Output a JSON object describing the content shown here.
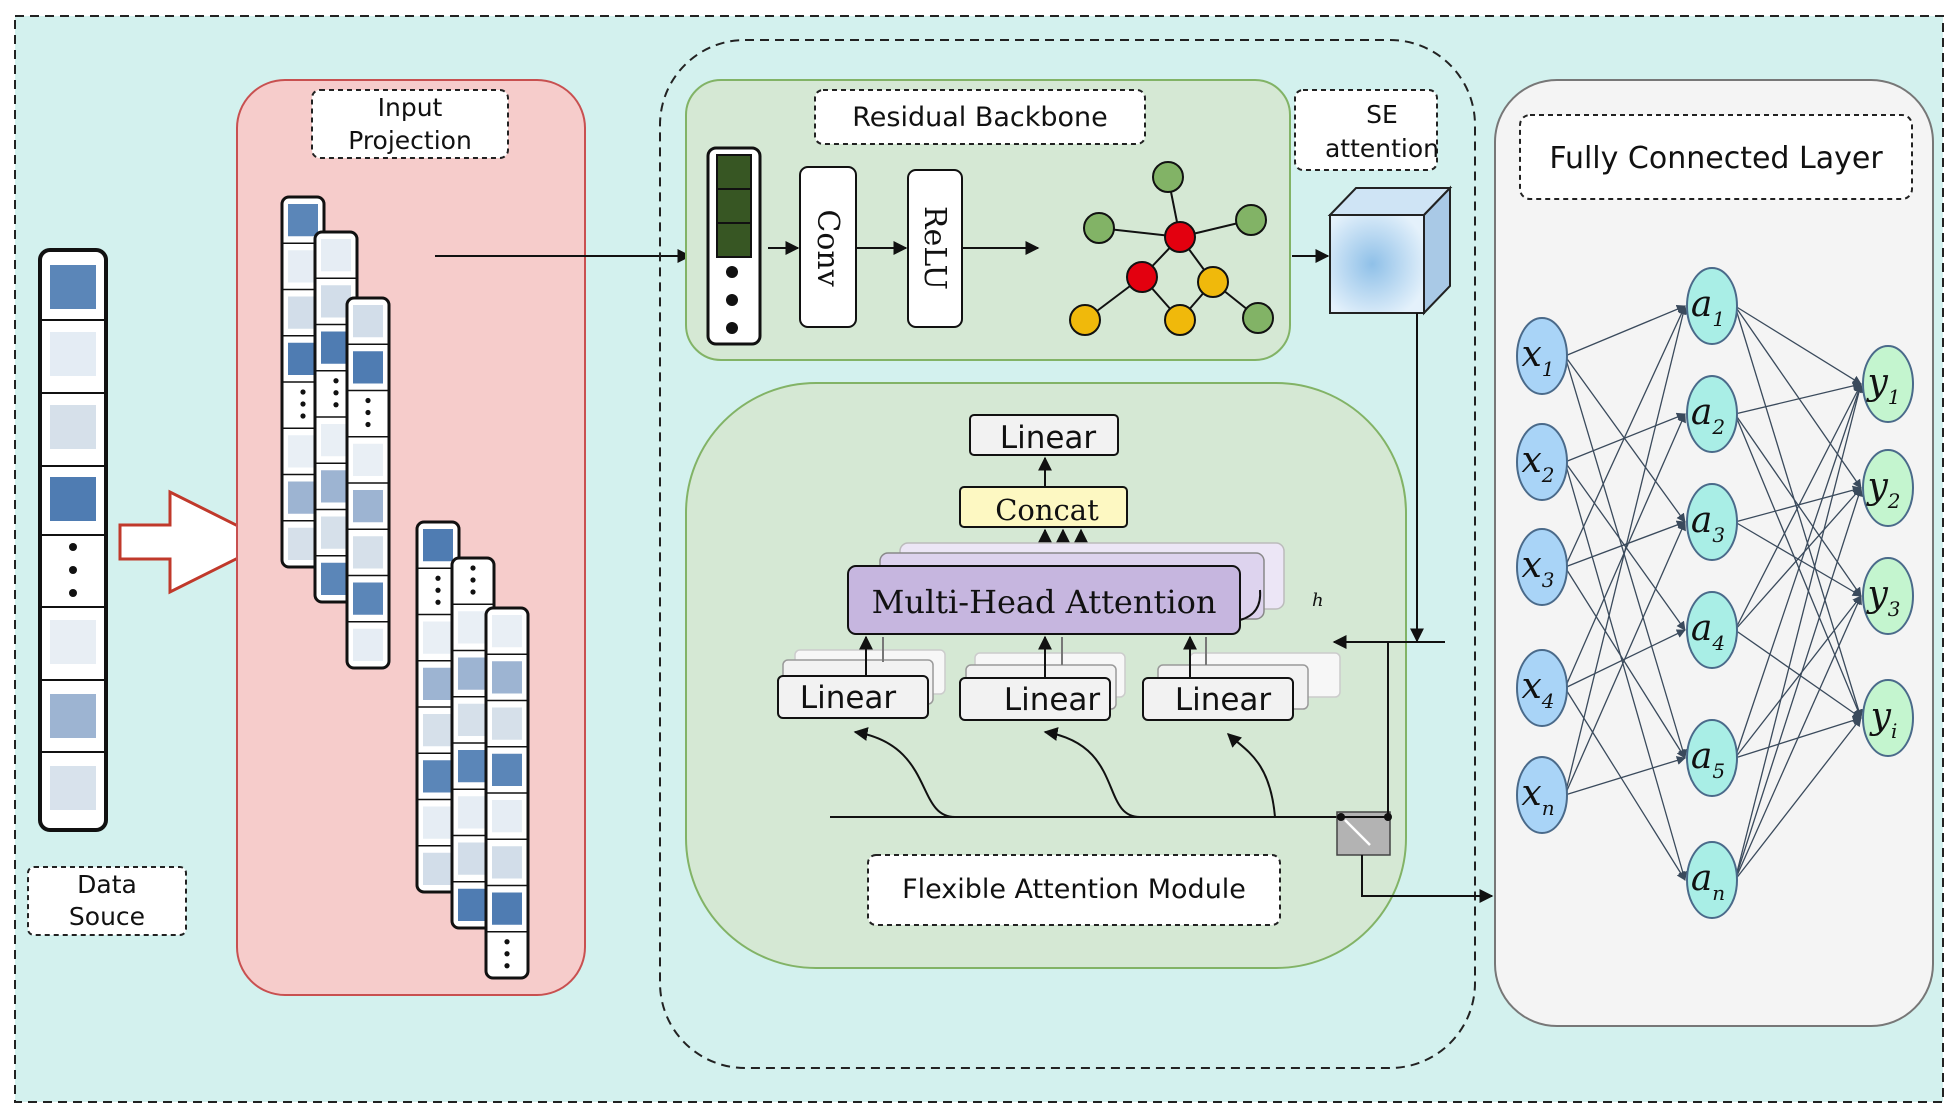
{
  "data_source": {
    "line1": "Data",
    "line2": "Souce"
  },
  "input_projection": {
    "line1": "Input",
    "line2": "Projection"
  },
  "residual_backbone": {
    "title": "Residual Backbone",
    "conv": "Conv",
    "relu": "ReLU"
  },
  "se_attention": {
    "line1": "SE",
    "line2": "attention"
  },
  "attention_module": {
    "title": "Flexible Attention Module",
    "linear_top": "Linear",
    "concat": "Concat",
    "mha": "Multi-Head Attention",
    "heads": "h",
    "linear_q": "Linear",
    "linear_k": "Linear",
    "linear_v": "Linear"
  },
  "fully_connected": {
    "title": "Fully Connected Layer",
    "inputs": [
      {
        "base": "x",
        "sub": "1"
      },
      {
        "base": "x",
        "sub": "2"
      },
      {
        "base": "x",
        "sub": "3"
      },
      {
        "base": "x",
        "sub": "4"
      },
      {
        "base": "x",
        "sub": "n"
      }
    ],
    "hidden": [
      {
        "base": "a",
        "sub": "1"
      },
      {
        "base": "a",
        "sub": "2"
      },
      {
        "base": "a",
        "sub": "3"
      },
      {
        "base": "a",
        "sub": "4"
      },
      {
        "base": "a",
        "sub": "5"
      },
      {
        "base": "a",
        "sub": "n"
      }
    ],
    "outputs": [
      {
        "base": "y",
        "sub": "1"
      },
      {
        "base": "y",
        "sub": "2"
      },
      {
        "base": "y",
        "sub": "3"
      },
      {
        "base": "y",
        "sub": "i"
      }
    ]
  },
  "colors": {
    "outer_bg": "#d3f1ee",
    "input_proj_bg": "#f6cccb",
    "backbone_bg": "#d5e8d4",
    "attention_bg": "#d5e8d4",
    "fc_bg": "#f4f4f4",
    "node_input": "#a9d4f7",
    "node_hidden": "#a9eee6",
    "node_output": "#c4f5cf",
    "mha": "#c6b6df",
    "concat": "#fdf8c2",
    "graph_red": "#e3000f",
    "graph_green": "#82b366",
    "graph_yellow": "#f0b90b"
  }
}
